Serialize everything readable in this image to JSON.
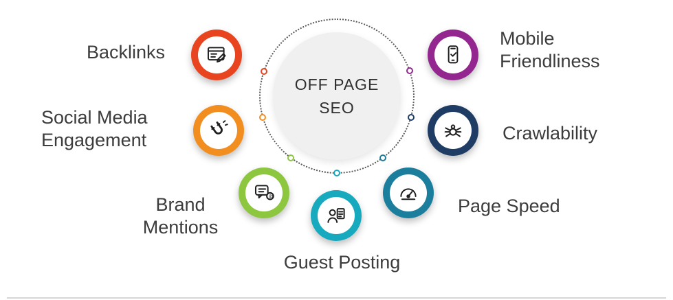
{
  "title": {
    "line1": "OFF PAGE",
    "line2": "SEO"
  },
  "items": [
    {
      "label": "Backlinks",
      "color": "#e8441f",
      "icon": "backlinks-browser-edit-icon"
    },
    {
      "label": "Social Media Engagement",
      "color": "#f28d1f",
      "icon": "magnet-icon"
    },
    {
      "label": "Brand Mentions",
      "color": "#8dc63f",
      "icon": "chat-mention-icon"
    },
    {
      "label": "Guest Posting",
      "color": "#17a9bd",
      "icon": "author-document-icon"
    },
    {
      "label": "Page Speed",
      "color": "#1b7e9c",
      "icon": "speedometer-icon"
    },
    {
      "label": "Crawlability",
      "color": "#1e3c64",
      "icon": "spider-crawler-icon"
    },
    {
      "label": "Mobile Friendliness",
      "color": "#93278f",
      "icon": "mobile-check-icon"
    }
  ]
}
